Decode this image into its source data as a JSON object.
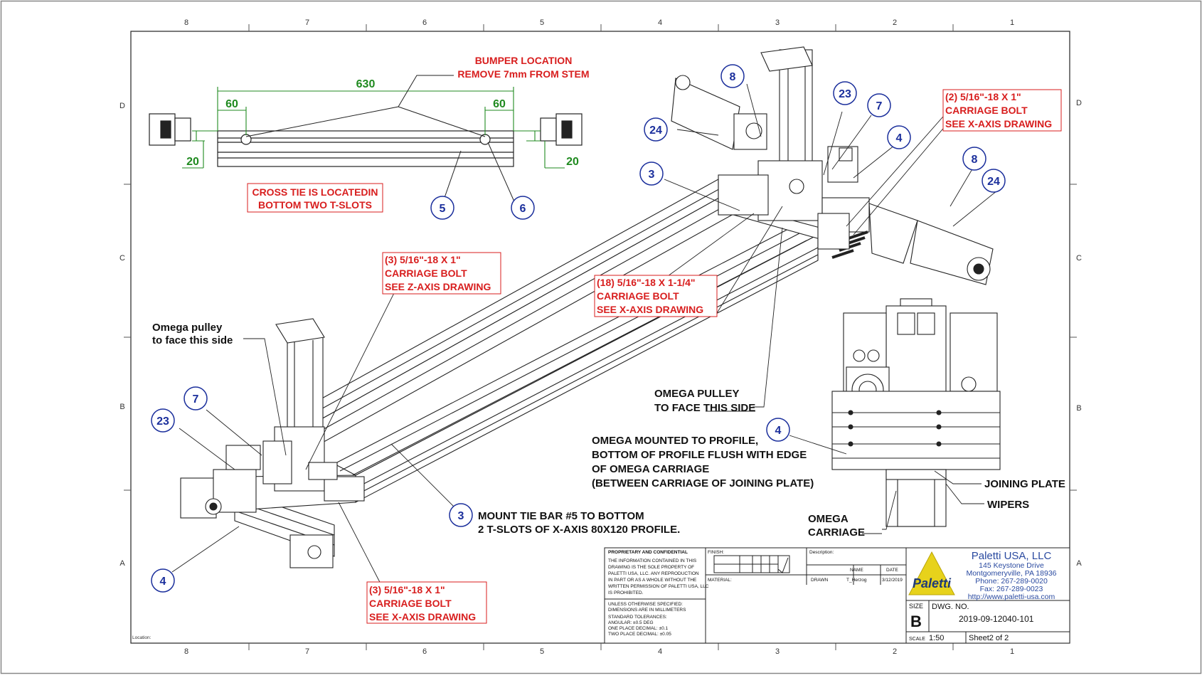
{
  "border_columns": [
    "8",
    "7",
    "6",
    "5",
    "4",
    "3",
    "2",
    "1"
  ],
  "border_rows": [
    "D",
    "C",
    "B",
    "A"
  ],
  "detail": {
    "dim_overall": "630",
    "dim_left": "60",
    "dim_right": "60",
    "dim_height_left": "20",
    "dim_height_right": "20",
    "bumper_note": [
      "BUMPER LOCATION",
      "REMOVE 7mm FROM STEM"
    ],
    "cross_tie_note": [
      "CROSS TIE IS LOCATEDIN",
      "BOTTOM TWO T-SLOTS"
    ]
  },
  "callouts": {
    "b5": "5",
    "b6": "6",
    "b8a": "8",
    "b24a": "24",
    "b23a": "23",
    "b7a": "7",
    "b4a": "4",
    "b3a": "3",
    "b8b": "8",
    "b24b": "24",
    "b7b": "7",
    "b23b": "23",
    "b4b": "4",
    "b3b": "3",
    "b4c": "4"
  },
  "notes": {
    "carriage_2": [
      "(2) 5/16\"-18 X 1\"",
      "CARRIAGE BOLT",
      "SEE X-AXIS DRAWING"
    ],
    "carriage_3z": [
      "(3) 5/16\"-18 X 1\"",
      "CARRIAGE BOLT",
      "SEE Z-AXIS DRAWING"
    ],
    "carriage_18": [
      "(18) 5/16\"-18 X 1-1/4\"",
      "CARRIAGE BOLT",
      "SEE X-AXIS DRAWING"
    ],
    "carriage_3x": [
      "(3) 5/16\"-18 X 1\"",
      "CARRIAGE BOLT",
      "SEE X-AXIS DRAWING"
    ],
    "omega_pulley_left": [
      "Omega pulley",
      "to face this side"
    ],
    "omega_pulley_mid": [
      "OMEGA PULLEY",
      "TO FACE THIS SIDE"
    ],
    "omega_mounted": [
      "OMEGA MOUNTED TO PROFILE,",
      "BOTTOM OF PROFILE FLUSH WITH EDGE",
      "OF OMEGA CARRIAGE",
      "(BETWEEN CARRIAGE OF JOINING PLATE)"
    ],
    "mount_tie": [
      "MOUNT TIE BAR #5 TO BOTTOM",
      "2 T-SLOTS OF X-AXIS 80X120 PROFILE."
    ],
    "joining_plate": "JOINING PLATE",
    "wipers": "WIPERS",
    "omega_carriage": [
      "OMEGA",
      "CARRIAGE"
    ]
  },
  "title_block": {
    "proprietary_title": "PROPRIETARY AND CONFIDENTIAL",
    "proprietary_text": [
      "THE INFORMATION CONTAINED IN THIS",
      "DRAWING IS THE SOLE PROPERTY OF",
      "PALETTI USA, LLC. ANY REPRODUCTION",
      "IN PART OR AS A WHOLE WITHOUT THE",
      "WRITTEN PERMISSION OF PALETTI USA, LLC",
      "IS PROHIBITED."
    ],
    "tolerance_title": [
      "UNLESS OTHERWISE SPECIFIED:",
      "DIMENSIONS ARE IN MILLIMETERS"
    ],
    "tolerance_text": [
      "STANDARD TOLERANCES:",
      "ANGULAR: ±0.5 DEG",
      "ONE PLACE DECIMAL: ±0.1",
      "TWO PLACE DECIMAL: ±0.05"
    ],
    "finish_label": "FINISH:",
    "material_label": "MATERIAL:",
    "description_label": "Description:",
    "name_header": "NAME",
    "date_header": "DATE",
    "drawn_label": "DRAWN",
    "drawn_name": "T_Herzog",
    "drawn_date": "3/12/2019",
    "company": "Paletti USA, LLC",
    "address1": "145 Keystone Drive",
    "address2": "Montgomeryville, PA 18936",
    "phone": "Phone: 267-289-0020",
    "fax": "Fax: 267-289-0023",
    "website": "http://www.paletti-usa.com",
    "logo_text": "Paletti",
    "size_label": "SIZE",
    "size_value": "B",
    "dwg_no_label": "DWG. NO.",
    "dwg_no": "2019-09-12040-101",
    "scale_label": "SCALE",
    "scale_value": "1:50",
    "sheet": "Sheet2  of  2"
  },
  "location_label": "Location:",
  "colors": {
    "callout": "#1b2f9c",
    "note_red": "#d81e1e",
    "dim_green": "#1f8a1f",
    "line": "#222222",
    "logo_yellow": "#e7d21b",
    "company_blue": "#2a4aa0"
  }
}
